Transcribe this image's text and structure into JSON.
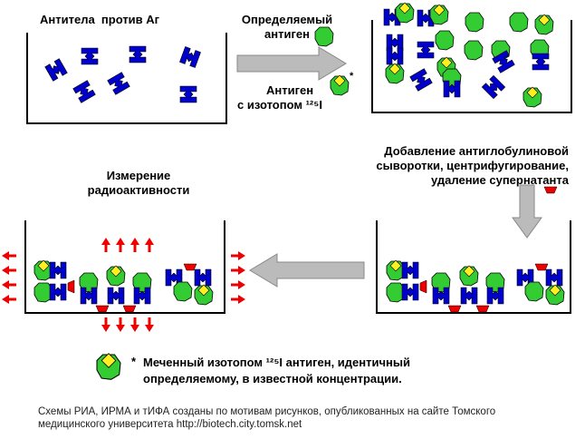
{
  "labels": {
    "antibodies": "Антитела  против Аг",
    "determined_antigen": "Определяемый\nантиген",
    "labeled_antigen_1": "Антиген",
    "labeled_antigen_2": "с изотопом ¹²⁵I",
    "labeled_antigen_star": "*",
    "antiglobulin": "Добавление антиглобулиновой\nсыворотки, центрифугирование,\nудаление супернатанта",
    "measurement": "Измерение\nрадиоактивности",
    "legend_star": "*",
    "legend_text": "Меченный изотопом ¹²⁵I антиген, идентичный\nопределяемому, в известной концентрации.",
    "caption": "Схемы РИА, ИРМА и тИФА созданы по мотивам рисунков, опубликованных на сайте Томского\nмедицинского университета http://biotech.city.tomsk.net"
  },
  "colors": {
    "antibody": "#0000cc",
    "antigen": "#33cc33",
    "label": "#ffee22",
    "antiglobulin": "#ee0000",
    "arrow": "#bbbbbb",
    "radiation": "#ee0000"
  }
}
